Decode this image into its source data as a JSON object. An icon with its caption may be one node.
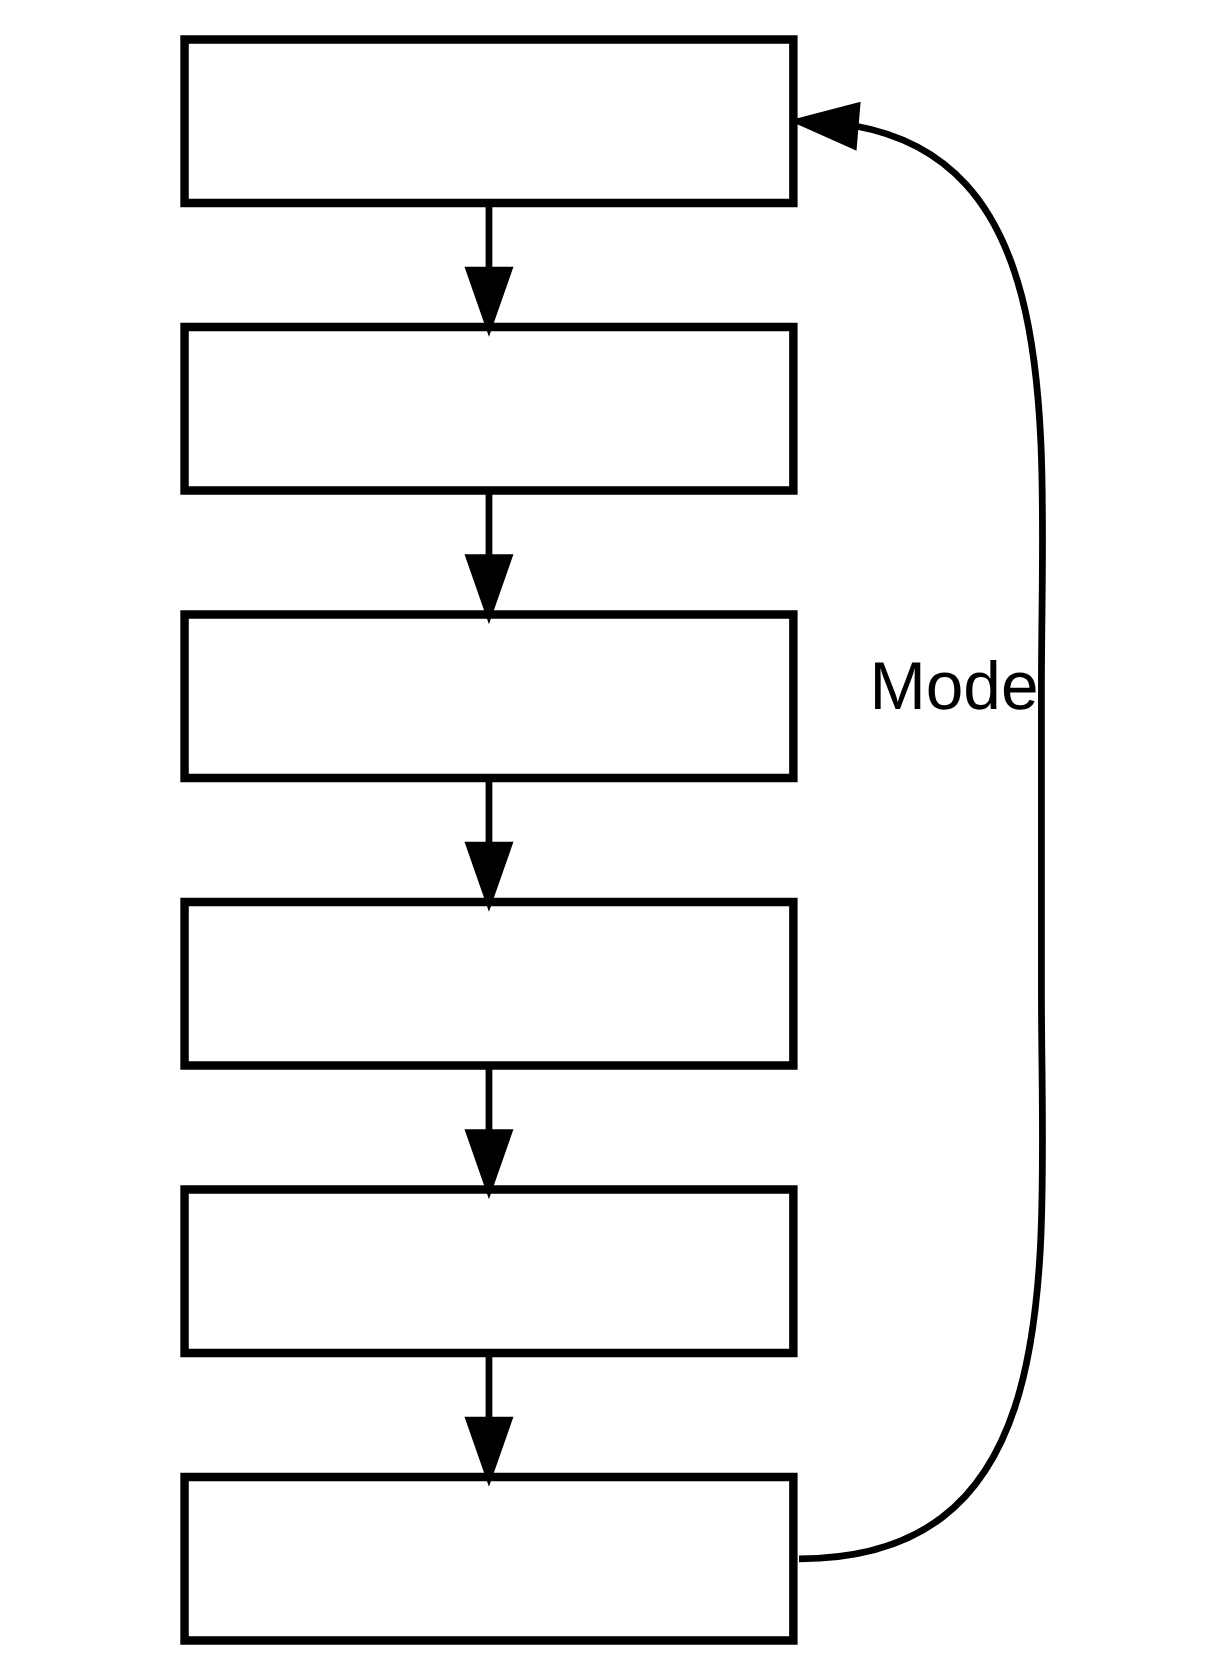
{
  "diagram": {
    "nodes": [
      {
        "text": [],
        "shape": "box"
      },
      {
        "text": [],
        "shape": "box"
      },
      {
        "text": [],
        "shape": "box"
      },
      {
        "text": [],
        "shape": "box"
      },
      {
        "text": [],
        "shape": "box"
      },
      {
        "text": [],
        "shape": "box"
      }
    ],
    "edges": [
      {
        "from": 0,
        "to": 1,
        "arrow": "to"
      },
      {
        "from": 1,
        "to": 2,
        "arrow": "to"
      },
      {
        "from": 2,
        "to": 3,
        "arrow": "to"
      },
      {
        "from": 3,
        "to": 4,
        "arrow": "to"
      },
      {
        "from": 4,
        "to": 5,
        "arrow": "to"
      },
      {
        "from": 5,
        "to": 0,
        "arrow": "to",
        "label": "Mode"
      }
    ]
  }
}
